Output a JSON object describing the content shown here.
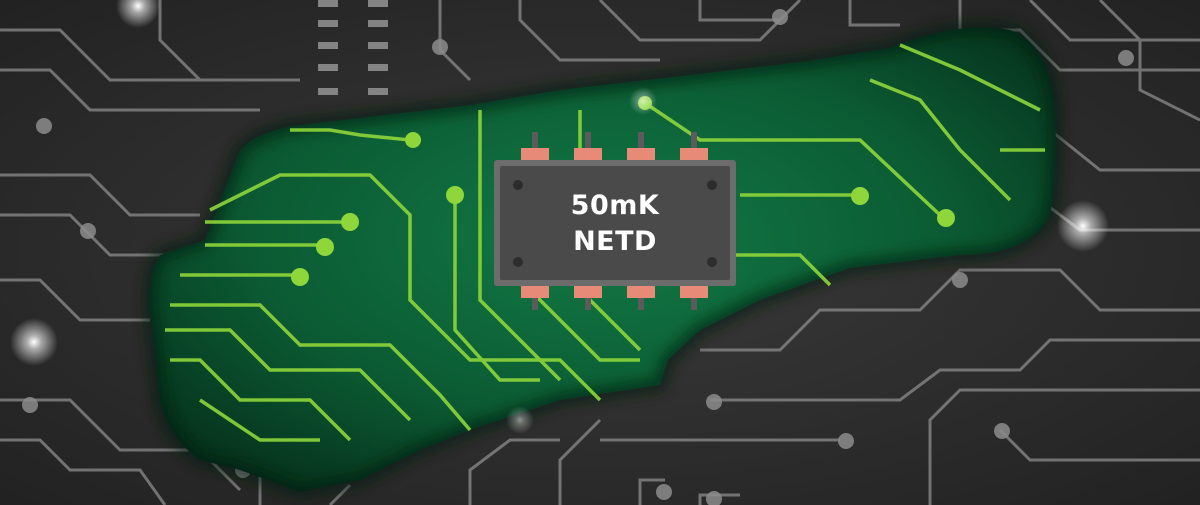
{
  "chip": {
    "line1": "50mK",
    "line2": "NETD"
  },
  "colors": {
    "background": "#2a2a2a",
    "trace_gray": "#8c8c8c",
    "body_green": "#0d4a2a",
    "trace_green": "#8ed63a",
    "chip_body": "#4a4a4a",
    "chip_pin": "#e88a78"
  },
  "icons": {
    "device": "thermal-monocular-silhouette",
    "chip": "integrated-circuit-chip"
  }
}
